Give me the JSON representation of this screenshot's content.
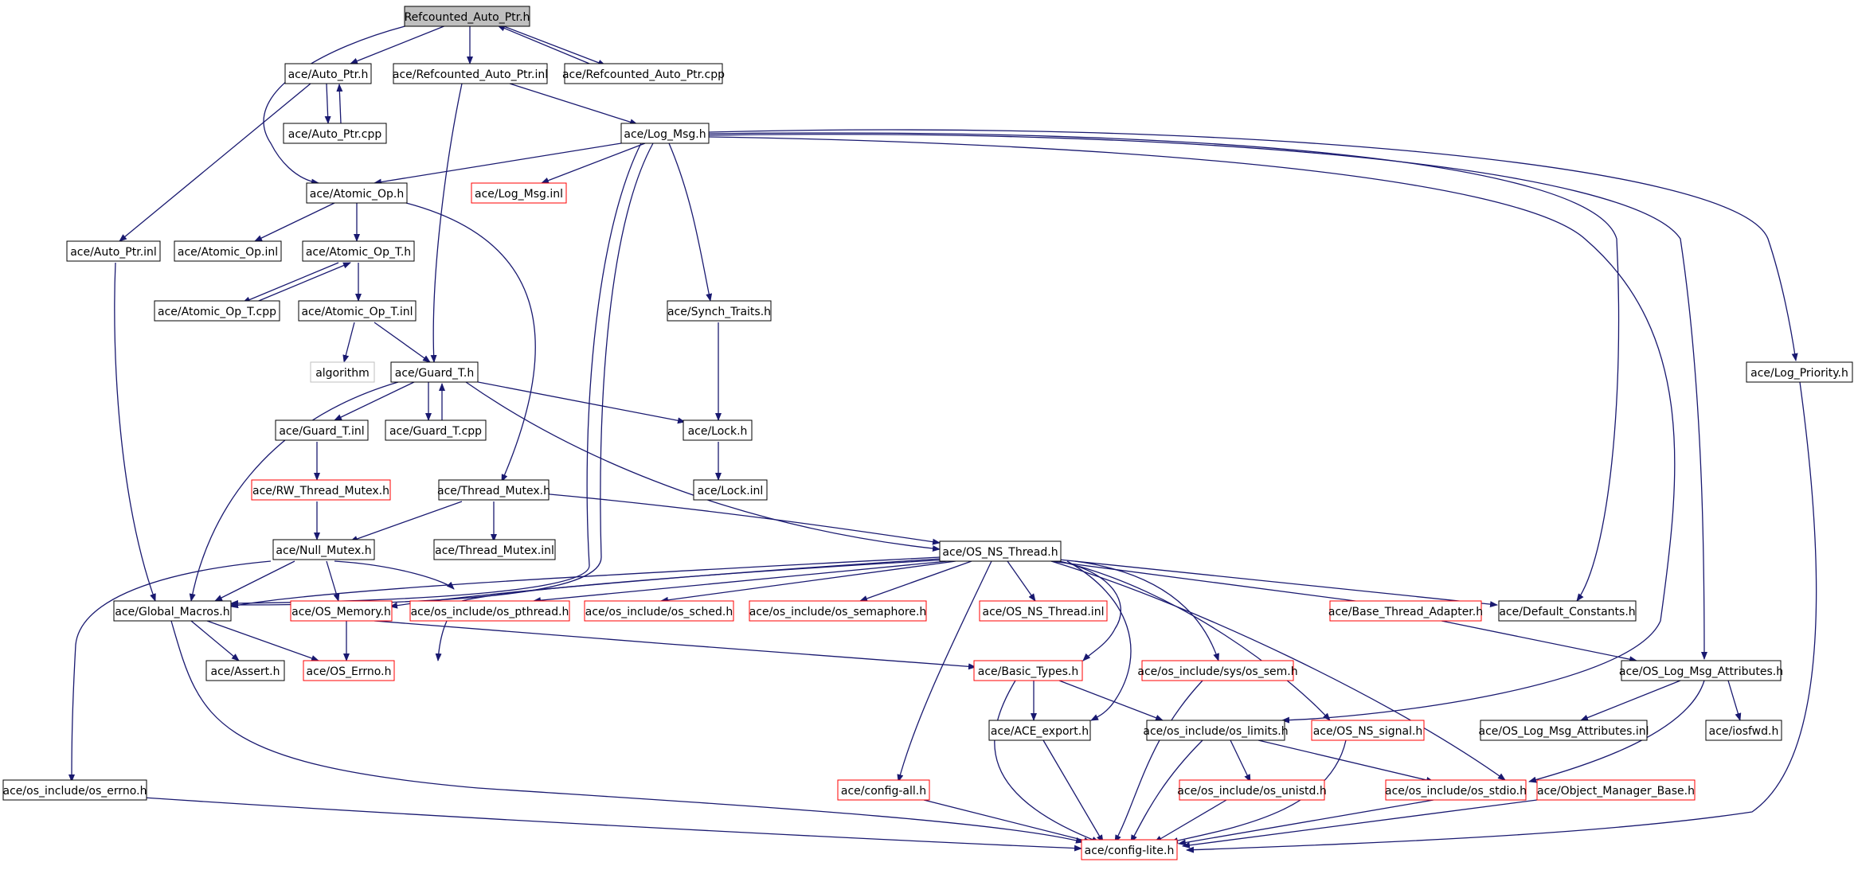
{
  "title": "Refcounted_Auto_Ptr.h",
  "colors": {
    "edge": "#191970",
    "node_border": "#000000",
    "node_border_missing": "#ff0000",
    "node_border_external": "#bfbfbf",
    "root_fill": "#bfbfbf",
    "node_fill": "#ffffff"
  },
  "nodes": {
    "root": {
      "label": "Refcounted_Auto_Ptr.h"
    },
    "auto_ptr_h": {
      "label": "ace/Auto_Ptr.h"
    },
    "refcounted_inl": {
      "label": "ace/Refcounted_Auto_Ptr.inl"
    },
    "refcounted_cpp": {
      "label": "ace/Refcounted_Auto_Ptr.cpp"
    },
    "auto_ptr_cpp": {
      "label": "ace/Auto_Ptr.cpp"
    },
    "log_msg_h": {
      "label": "ace/Log_Msg.h"
    },
    "atomic_op_h": {
      "label": "ace/Atomic_Op.h"
    },
    "log_msg_inl": {
      "label": "ace/Log_Msg.inl"
    },
    "auto_ptr_inl": {
      "label": "ace/Auto_Ptr.inl"
    },
    "atomic_op_inl": {
      "label": "ace/Atomic_Op.inl"
    },
    "atomic_op_t_h": {
      "label": "ace/Atomic_Op_T.h"
    },
    "atomic_op_t_cpp": {
      "label": "ace/Atomic_Op_T.cpp"
    },
    "atomic_op_t_inl": {
      "label": "ace/Atomic_Op_T.inl"
    },
    "synch_traits_h": {
      "label": "ace/Synch_Traits.h"
    },
    "algorithm": {
      "label": "algorithm"
    },
    "guard_t_h": {
      "label": "ace/Guard_T.h"
    },
    "log_priority_h": {
      "label": "ace/Log_Priority.h"
    },
    "guard_t_inl": {
      "label": "ace/Guard_T.inl"
    },
    "guard_t_cpp": {
      "label": "ace/Guard_T.cpp"
    },
    "lock_h": {
      "label": "ace/Lock.h"
    },
    "rw_thread_mutex_h": {
      "label": "ace/RW_Thread_Mutex.h"
    },
    "thread_mutex_h": {
      "label": "ace/Thread_Mutex.h"
    },
    "lock_inl": {
      "label": "ace/Lock.inl"
    },
    "null_mutex_h": {
      "label": "ace/Null_Mutex.h"
    },
    "thread_mutex_inl": {
      "label": "ace/Thread_Mutex.inl"
    },
    "os_ns_thread_h": {
      "label": "ace/OS_NS_Thread.h"
    },
    "global_macros_h": {
      "label": "ace/Global_Macros.h"
    },
    "os_memory_h": {
      "label": "ace/OS_Memory.h"
    },
    "os_pthread_h": {
      "label": "ace/os_include/os_pthread.h"
    },
    "os_sched_h": {
      "label": "ace/os_include/os_sched.h"
    },
    "os_semaphore_h": {
      "label": "ace/os_include/os_semaphore.h"
    },
    "os_ns_thread_inl": {
      "label": "ace/OS_NS_Thread.inl"
    },
    "base_thread_adapter_h": {
      "label": "ace/Base_Thread_Adapter.h"
    },
    "default_constants_h": {
      "label": "ace/Default_Constants.h"
    },
    "assert_h": {
      "label": "ace/Assert.h"
    },
    "os_errno_h": {
      "label": "ace/OS_Errno.h"
    },
    "basic_types_h": {
      "label": "ace/Basic_Types.h"
    },
    "os_sys_sem_h": {
      "label": "ace/os_include/sys/os_sem.h"
    },
    "os_log_msg_attr_h": {
      "label": "ace/OS_Log_Msg_Attributes.h"
    },
    "ace_export_h": {
      "label": "ace/ACE_export.h"
    },
    "os_limits_h": {
      "label": "ace/os_include/os_limits.h"
    },
    "os_ns_signal_h": {
      "label": "ace/OS_NS_signal.h"
    },
    "os_log_msg_attr_inl": {
      "label": "ace/OS_Log_Msg_Attributes.inl"
    },
    "iosfwd_h": {
      "label": "ace/iosfwd.h"
    },
    "os_include_errno_h": {
      "label": "ace/os_include/os_errno.h"
    },
    "config_all_h": {
      "label": "ace/config-all.h"
    },
    "os_unistd_h": {
      "label": "ace/os_include/os_unistd.h"
    },
    "os_stdio_h": {
      "label": "ace/os_include/os_stdio.h"
    },
    "object_manager_base_h": {
      "label": "ace/Object_Manager_Base.h"
    },
    "config_lite_h": {
      "label": "ace/config-lite.h"
    }
  }
}
